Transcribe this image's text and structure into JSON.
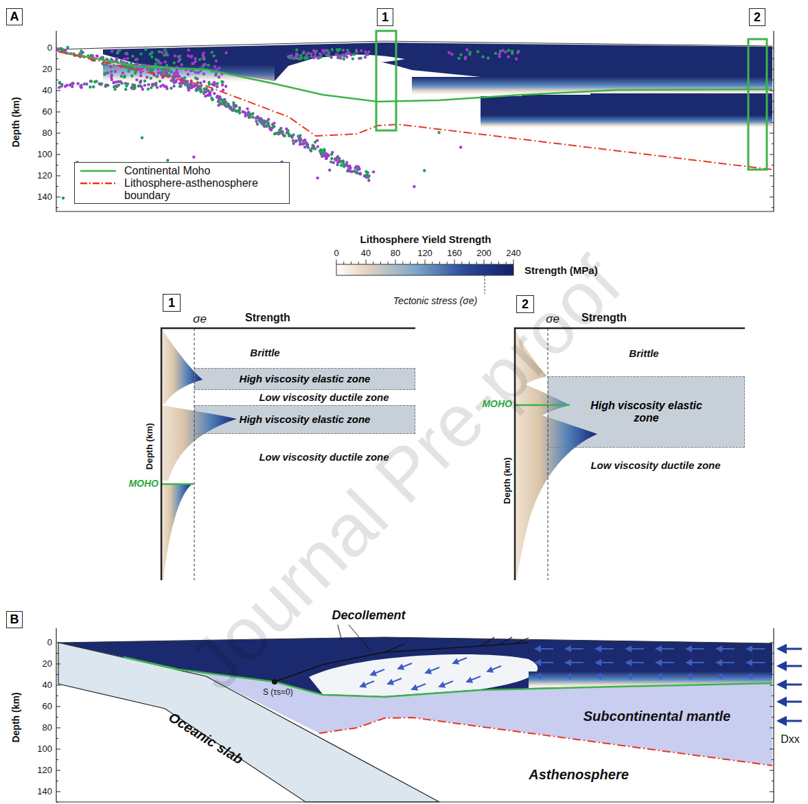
{
  "diagram": {
    "nodes": [
      {
        "text": [
          "A"
        ]
      },
      {
        "text": [
          "1"
        ]
      },
      {
        "text": [
          "2"
        ]
      },
      {
        "text": [
          "1"
        ]
      },
      {
        "text": [
          "High viscosity elastic zone"
        ]
      },
      {
        "text": [
          "High viscosity elastic zone"
        ]
      },
      {
        "text": [
          "2"
        ]
      },
      {
        "text": [
          "High viscosity elastic zone"
        ]
      },
      {
        "text": [
          "B"
        ]
      }
    ],
    "labels": [
      "0",
      "20",
      "40",
      "60",
      "80",
      "100",
      "120",
      "140",
      "Depth (km)",
      "Lithosphere Yield Strength",
      "0",
      "40",
      "80",
      "120",
      "160",
      "200",
      "240",
      "Strength (MPa)",
      "Tectonic stress (σe)",
      "σe",
      "Strength",
      "Brittle",
      "Low viscosity ductile zone",
      "Low viscosity ductile zone",
      "MOHO",
      "Depth (km)",
      "σe",
      "Strength",
      "Brittle",
      "MOHO",
      "Low viscosity ductile zone",
      "Depth (km)",
      "Decollement",
      "S (τs=0)",
      "Oceanic slab",
      "Subcontinental mantle",
      "Asthenosphere",
      "Dxx",
      "0",
      "20",
      "40",
      "60",
      "80",
      "100",
      "120",
      "140",
      "Depth (km)",
      "Journal Pre-proof"
    ],
    "legend": [
      {
        "text": "Continental Moho"
      },
      {
        "text": "Lithosphere-asthenosphere boundary"
      }
    ]
  }
}
